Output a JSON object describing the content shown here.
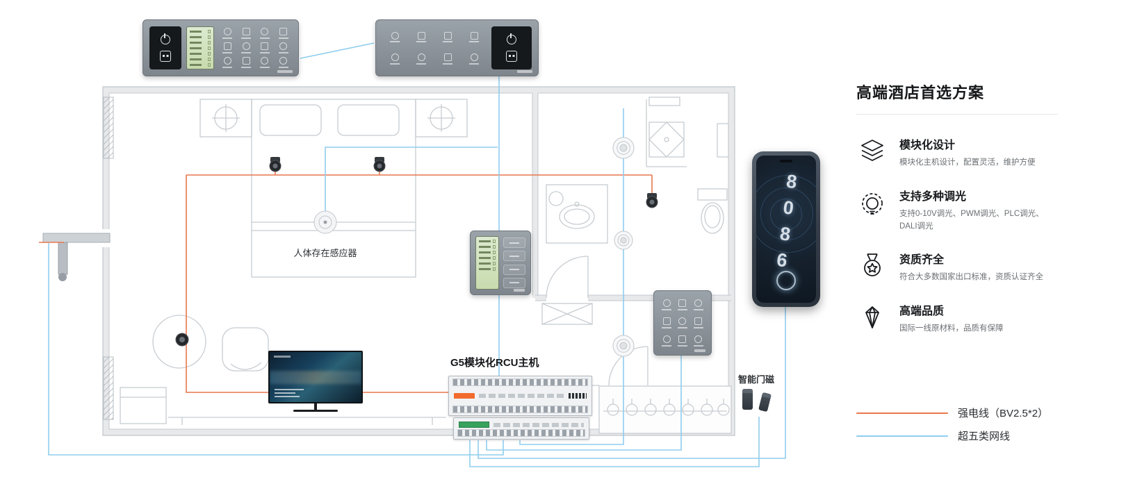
{
  "diagram": {
    "sensor_label": "人体存在感应器",
    "rcu_label": "G5模块化RCU主机",
    "door_magnet_label": "智能门磁",
    "door_panel": {
      "digits": "8086"
    }
  },
  "sidebar": {
    "title": "高端酒店首选方案",
    "features": [
      {
        "icon": "layers-icon",
        "title": "模块化设计",
        "desc": "模块化主机设计，配置灵活，维护方便"
      },
      {
        "icon": "dimmer-icon",
        "title": "支持多种调光",
        "desc": "支持0-10V调光、PWM调光、PLC调光、DALI调光"
      },
      {
        "icon": "medal-icon",
        "title": "资质齐全",
        "desc": "符合大多数国家出口标准，资质认证齐全"
      },
      {
        "icon": "diamond-icon",
        "title": "高端品质",
        "desc": "国际一线原材料，品质有保障"
      }
    ],
    "legend": [
      {
        "label": "强电线（BV2.5*2）",
        "color": "#e9764d"
      },
      {
        "label": "超五类网线",
        "color": "#8fcdee"
      }
    ]
  },
  "colors": {
    "power_wire": "#e9764d",
    "network_wire": "#8fcdee",
    "panel_gray": "#8b929a",
    "lcd_green": "#cfe0b6"
  }
}
